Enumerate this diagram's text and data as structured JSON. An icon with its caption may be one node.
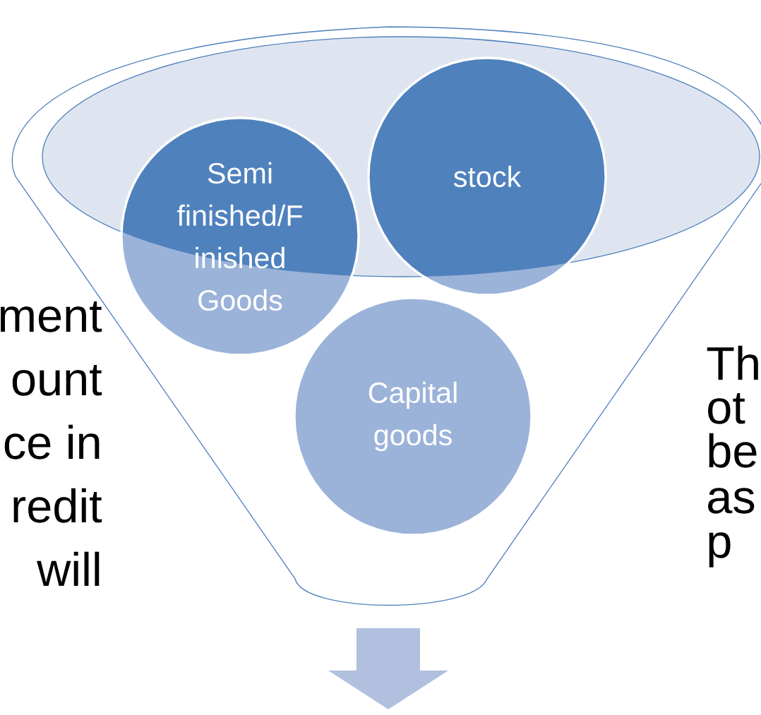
{
  "diagram": {
    "nodes": [
      {
        "text": [
          "Semi finished/F inished Goods"
        ]
      },
      {
        "text": [
          "stock"
        ]
      },
      {
        "text": [
          "Capital goods"
        ]
      }
    ],
    "labels": [
      "ment",
      "ount",
      "ce in",
      "redit",
      "will",
      "Th",
      "ot",
      "be",
      "as",
      "p"
    ]
  }
}
